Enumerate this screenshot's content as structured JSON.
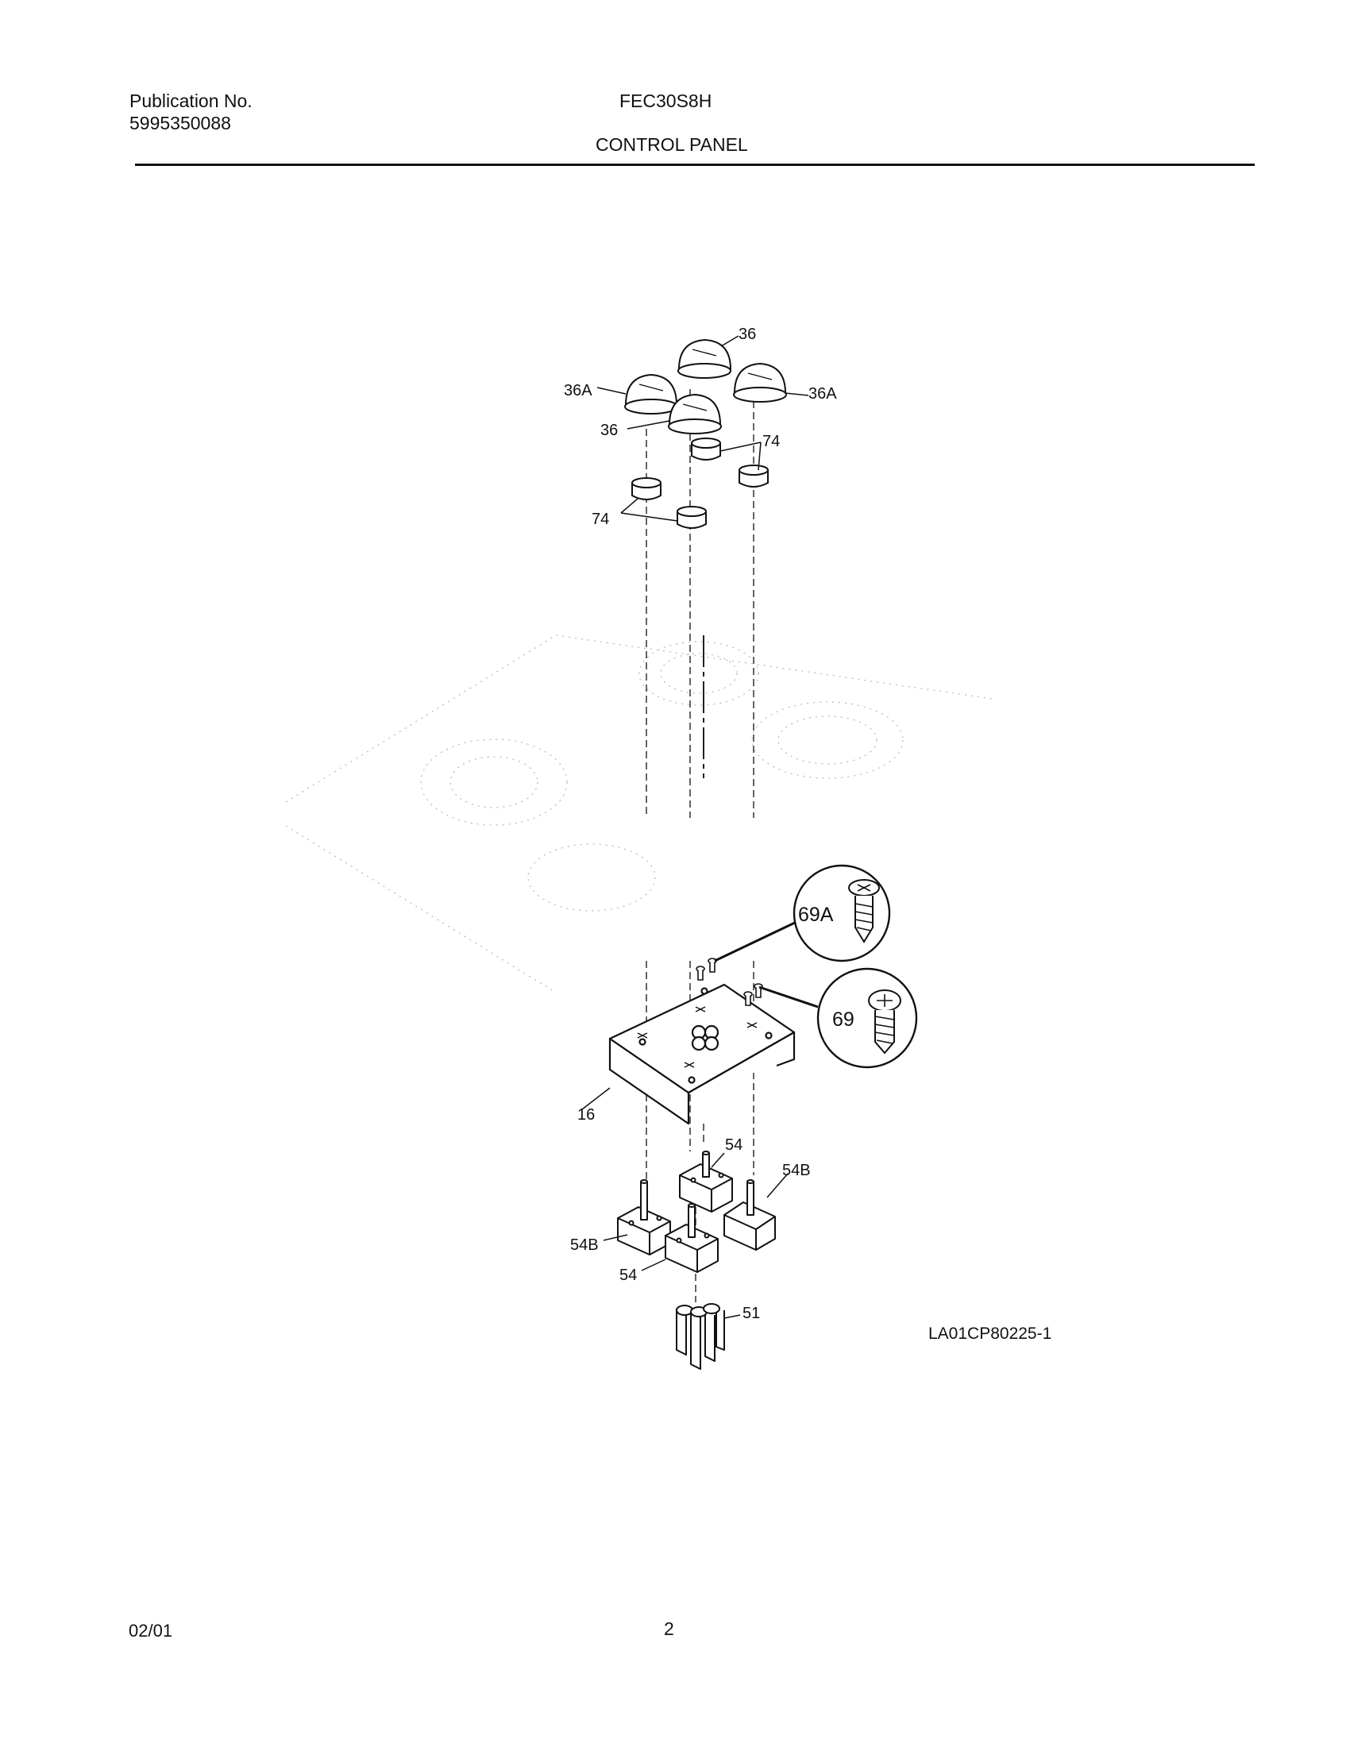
{
  "header": {
    "publication_label": "Publication No.",
    "publication_number": "5995350088",
    "model": "FEC30S8H",
    "section_title": "CONTROL PANEL"
  },
  "callouts": {
    "knob_top": "36",
    "knob_left_a": "36A",
    "knob_right_a": "36A",
    "knob_front": "36",
    "bezel_upper": "74",
    "bezel_lower": "74",
    "screw_69a": "69A",
    "screw_69": "69",
    "panel": "16",
    "switch_54_upper": "54",
    "switch_54b_right": "54B",
    "switch_54b_left": "54B",
    "switch_54_lower": "54",
    "connector_51": "51"
  },
  "drawing_id": "LA01CP80225-1",
  "footer": {
    "date": "02/01",
    "page_number": "2"
  }
}
